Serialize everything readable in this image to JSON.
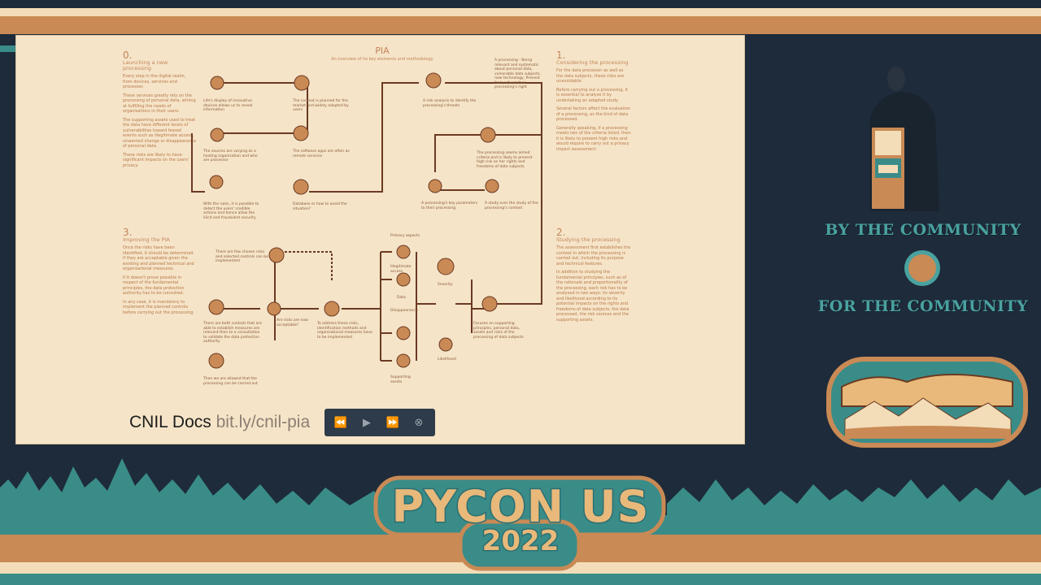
{
  "slide": {
    "title": "PIA",
    "subtitle": "An overview of its key elements and methodology",
    "sections": [
      {
        "num": "0.",
        "title": "Launching a new processing",
        "paras": [
          "Every step in the digital realm, from devices, services and processes",
          "These services greatly rely on the processing of personal data, aiming at fulfilling the needs of organisations in their users.",
          "The supporting assets used to treat the data have different levels of vulnerabilities toward feared events such as illegitimate access, unwanted change or disappearance of personal data.",
          "These risks are likely to have significant impacts on the users' privacy."
        ]
      },
      {
        "num": "1.",
        "title": "Considering the processing",
        "paras": [
          "For the data processor as well as the data subjects, these risks are unavoidable.",
          "Before carrying out a processing, it is essential to analyse it by undertaking an adapted study.",
          "Several factors affect the evaluation of a processing, as the kind of data processed.",
          "Generally speaking, if a processing meets two of the criteria listed, then it is likely to present high risks and would require to carry out a privacy impact assessment."
        ]
      },
      {
        "num": "2.",
        "title": "Studying the processing",
        "paras": [
          "The assessment first establishes the context in which the processing is carried out, including its purpose and technical features.",
          "In addition to studying the fundamental principles, such as of the rationale and proportionality of the processing, each risk has to be analysed in two ways: its severity and likelihood according to its potential impacts on the rights and freedoms of data subjects, the data processed, the risk sources and the supporting assets."
        ]
      },
      {
        "num": "3.",
        "title": "Improving the PIA",
        "paras": [
          "Once the risks have been identified, it should be determined if they are acceptable given the existing and planned technical and organisational measures.",
          "If it doesn't prove possible in respect of the fundamental principles, the data protection authority has to be consulted.",
          "In any case, it is mandatory to implement the planned controls before carrying out the processing."
        ]
      }
    ],
    "captions": {
      "c1": "Life's display of innovative devices allows us to reveal information",
      "c2": "The context is planned for the market and widely adopted by users",
      "c3": "The sources are varying as a hosting organisation and who are processor",
      "c4": "The software apps are often as remote services",
      "c5": "With the rules, it is possible to detect the users' credible actions and hence allow the illicit and fraudulent security",
      "c6": "Database or how to avoid the situation?",
      "c7": "A risk analysis to identify the processing's threats",
      "c8": "A processing - Being relevant and systematic about personal data, vulnerable data subjects, new technology, Prevent from refusal their processing's right",
      "c9": "The processing seems aimed criteria and is likely to present high risk on her rights and freedoms of data subjects",
      "c10": "A processing's key parameters to their processing",
      "c11": "A study over the study of the processing's context",
      "c12": "There are few chosen risks and selected controls can be implemented",
      "c13": "There are both controls that are able to establish measures are relevant then to a consultation to validate the data protection authority",
      "c14": "Are risks are now acceptable?",
      "c15": "To address these risks, identification methods and organisational measures have to be implemented",
      "c16": "Then we are allowed that the processing can be carried out",
      "c17": "Primary aspects",
      "c18": "Illegitimate access",
      "c19": "Data",
      "c20": "Disappearance",
      "c21": "Supporting assets",
      "c22": "Severity",
      "c23": "Likelihood",
      "c24": "Focuses on supporting principles, personal data, assets and risks of the processing of data subjects"
    },
    "docs_label": "CNIL Docs",
    "docs_url": "bit.ly/cnil-pia"
  },
  "player": {
    "rewind": "⏪",
    "play": "▶",
    "forward": "⏩",
    "close": "⊗"
  },
  "branding": {
    "slogan_top": "BY THE COMMUNITY",
    "slogan_bottom": "FOR THE COMMUNITY",
    "event_name": "PYCON US",
    "event_year": "2022"
  },
  "colors": {
    "background": "#1e2b3a",
    "slide_bg": "#f5e4c8",
    "accent_orange": "#c98a55",
    "accent_teal": "#49a2a0",
    "diagram_ink": "#6b3a22"
  }
}
